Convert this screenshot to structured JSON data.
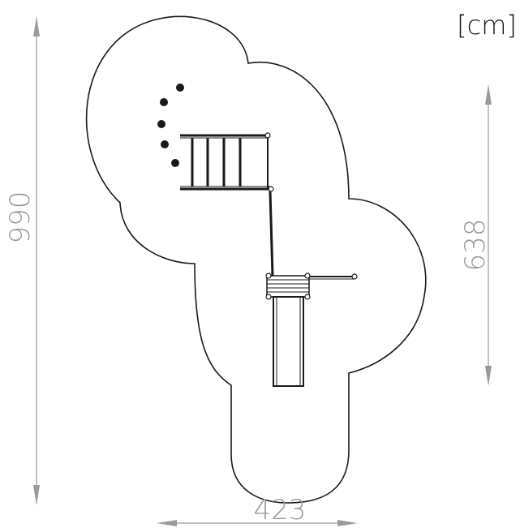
{
  "units": "[cm]",
  "dimensions": {
    "height": "990",
    "width": "423",
    "inner_height": "638"
  },
  "colors": {
    "outline": "#1a1a1a",
    "dimension": "#9a9a9a",
    "background": "#ffffff"
  }
}
